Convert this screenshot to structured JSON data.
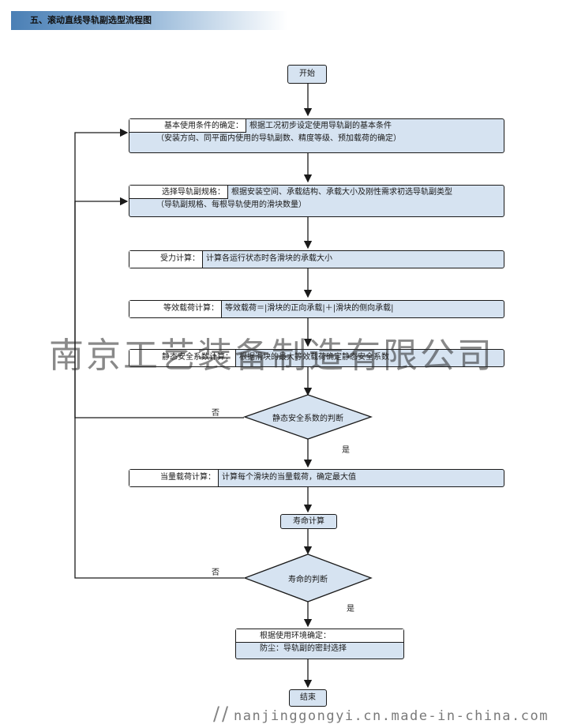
{
  "header": {
    "title": "五、滚动直线导轨副选型流程图"
  },
  "flow": {
    "start": "开始",
    "step1": {
      "label": "基本使用条件的确定：",
      "text": "根据工况初步设定使用导轨副的基本条件",
      "sub": "（安装方向、同平面内使用的导轨副数、精度等级、预加载荷的确定）"
    },
    "step2": {
      "label": "选择导轨副规格：",
      "text": "根据安装空间、承载结构、承载大小及刚性需求初选导轨副类型",
      "sub": "（导轨副规格、每根导轨使用的滑块数量）"
    },
    "step3": {
      "label": "受力计算：",
      "text": "计算各运行状态时各滑块的承载大小"
    },
    "step4": {
      "label": "等效载荷计算：",
      "text": "等效载荷＝|滑块的正向承载|＋|滑块的侧向承载|"
    },
    "step5": {
      "label": "静态安全系数计算：",
      "text": "根据滑块的最大等效载荷确定静态安全系数"
    },
    "decision1": {
      "text": "静态安全系数的判断",
      "no": "否",
      "yes": "是"
    },
    "step6": {
      "label": "当量载荷计算：",
      "text": "计算每个滑块的当量载荷，确定最大值"
    },
    "step7": "寿命计算",
    "decision2": {
      "text": "寿命的判断",
      "no": "否",
      "yes": "是"
    },
    "step8": {
      "text": "根据使用环境确定：",
      "sub": "防尘：导轨副的密封选择"
    },
    "end": "结束"
  },
  "watermark": "南京工艺装备制造有限公司",
  "footer": {
    "url": "nanjinggongyi.cn.made-in-china.com"
  }
}
